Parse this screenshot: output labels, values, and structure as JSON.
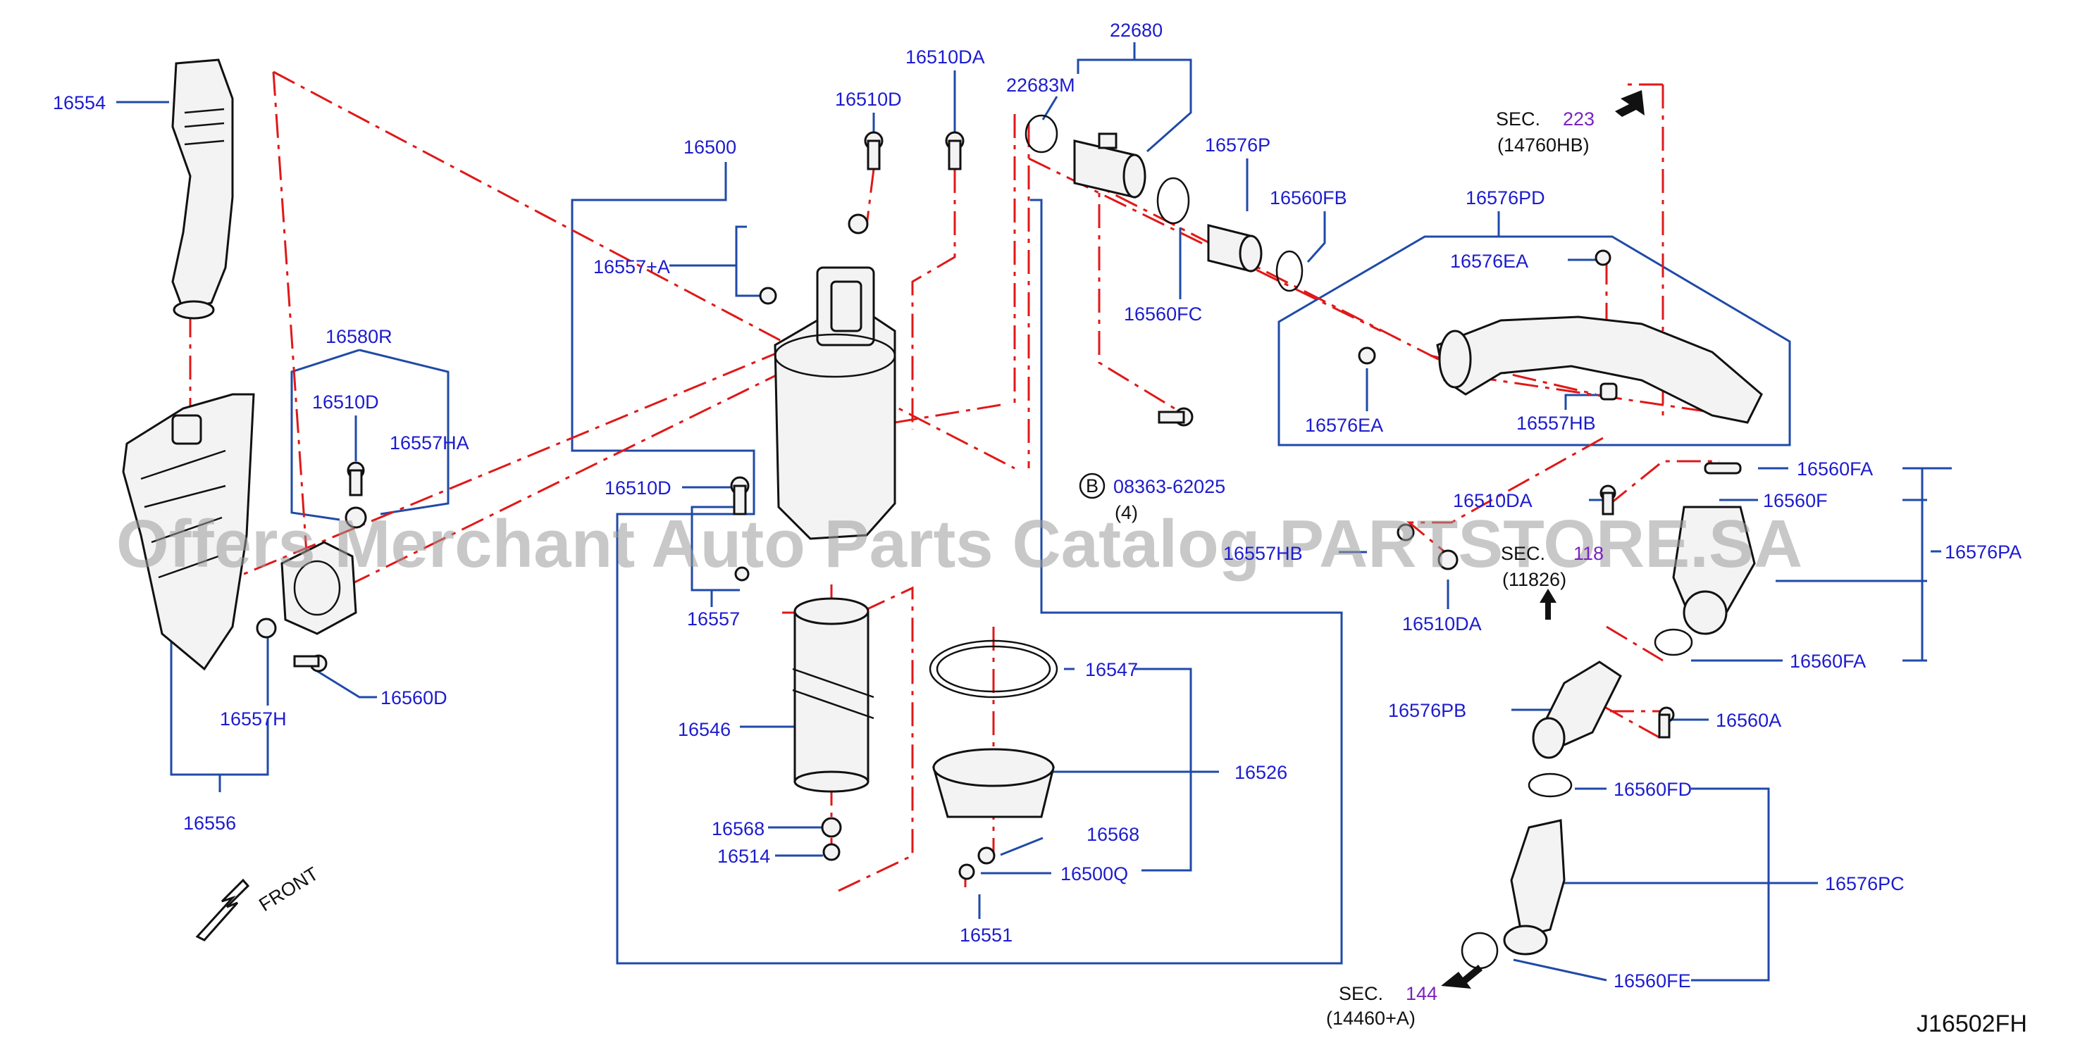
{
  "labels": {
    "p16554": "16554",
    "p16500": "16500",
    "p16510DA_top": "16510DA",
    "p16510D_top": "16510D",
    "p22680": "22680",
    "p22683M": "22683M",
    "p16576P": "16576P",
    "p16560FB": "16560FB",
    "p16560FC": "16560FC",
    "p16557A": "16557+A",
    "p16580R": "16580R",
    "p16510D_left": "16510D",
    "p16557HA": "16557HA",
    "p16510D_mid": "16510D",
    "p16557": "16557",
    "p16557H": "16557H",
    "p16560D": "16560D",
    "p16556": "16556",
    "p16546": "16546",
    "p16547": "16547",
    "p16526": "16526",
    "p16568_a": "16568",
    "p16514": "16514",
    "p16568_b": "16568",
    "p16500Q": "16500Q",
    "p16551": "16551",
    "p16576PD": "16576PD",
    "p16576EA_top": "16576EA",
    "p16576EA_left": "16576EA",
    "p16557HB": "16557HB",
    "p16510DA_right": "16510DA",
    "p16510DA_low": "16510DA",
    "p16557HB2": "16557HB",
    "p16560FA_top": "16560FA",
    "p16560F": "16560F",
    "p16576PA": "16576PA",
    "p16560FA_low": "16560FA",
    "p16576PB": "16576PB",
    "p16560A": "16560A",
    "p16560FD": "16560FD",
    "p16576PC": "16576PC",
    "p16560FE": "16560FE",
    "bolt_b_code": "08363-62025",
    "bolt_b_qty": "(4)",
    "bolt_b_letter": "B"
  },
  "sections": {
    "sec223_prefix": "SEC.",
    "sec223_num": "223",
    "sec223_ref": "(14760HB)",
    "sec118_prefix": "SEC.",
    "sec118_num": "118",
    "sec118_ref": "(11826)",
    "sec144_prefix": "SEC.",
    "sec144_num": "144",
    "sec144_ref": "(14460+A)"
  },
  "front_label": "FRONT",
  "diagram_code": "J16502FH",
  "watermark": "Offers Merchant Auto Parts Catalog PARTSTORE.SA",
  "colors": {
    "label_blue": "#1c1ccf",
    "leader_blue": "#1f4aa8",
    "phantom_red": "#e01818",
    "section_purple": "#7a23c2"
  }
}
